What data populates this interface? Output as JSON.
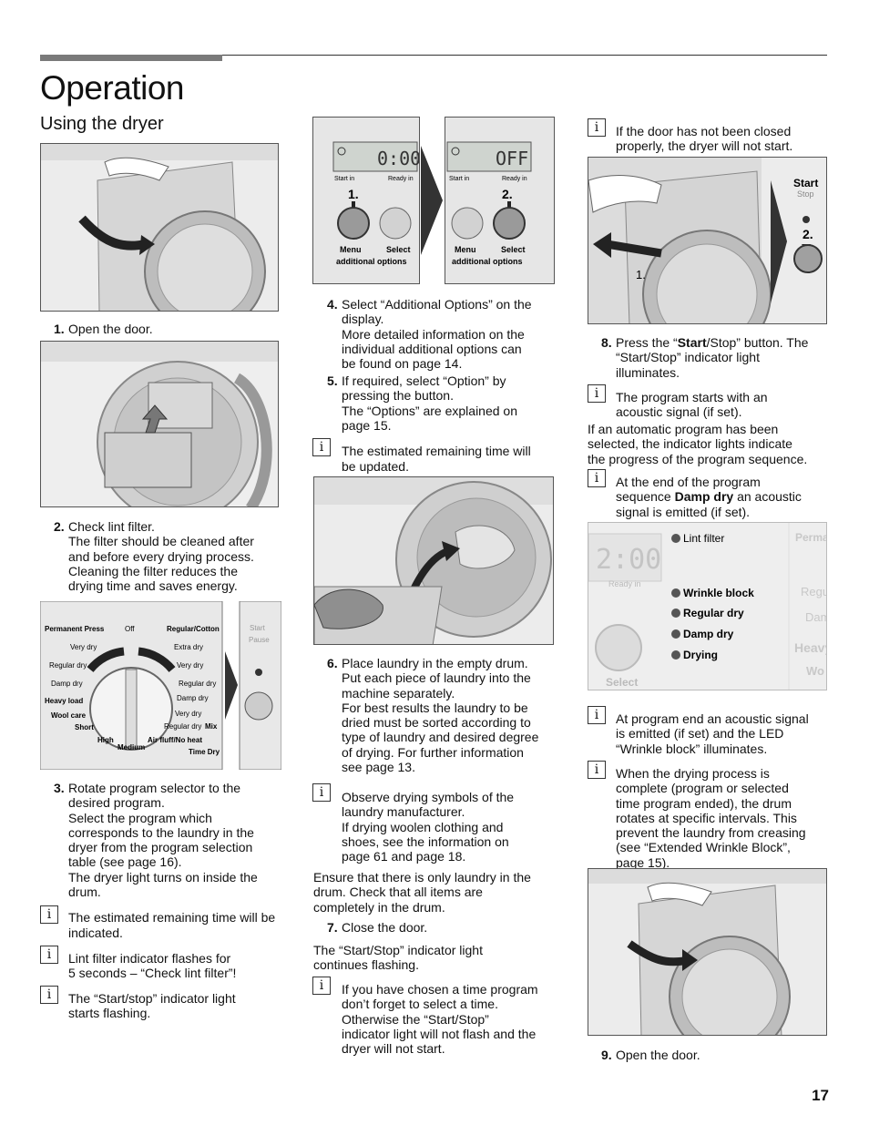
{
  "header": {
    "title": "Operation",
    "subtitle": "Using the dryer"
  },
  "col1": {
    "step1": {
      "num": "1.",
      "text": "Open the door."
    },
    "step2": {
      "num": "2.",
      "lines": [
        "Check lint filter.",
        "The filter should be cleaned after",
        "and before every drying process.",
        "Cleaning the filter reduces the",
        "drying time and saves energy."
      ]
    },
    "dial": {
      "left_labels": [
        "Permanent Press",
        "Very dry",
        "Regular dry",
        "Damp dry",
        "Heavy load",
        "Wool care",
        "Short"
      ],
      "right_labels": [
        "Regular/Cotton",
        "Extra dry",
        "Very dry",
        "Regular dry",
        "Damp dry",
        "Very dry",
        "Regular dry",
        "Mix"
      ],
      "top_label": "Off",
      "bottom_labels": [
        "High",
        "Medium",
        "Air fluff/No heat",
        "Time Dry"
      ],
      "side_labels": [
        "Start",
        "Pause"
      ]
    },
    "step3": {
      "num": "3.",
      "lines": [
        "Rotate program selector to the",
        "desired program.",
        "Select the program which",
        "corresponds to the laundry in the",
        "dryer from the program selection",
        "table (see page 16).",
        "The dryer light turns on inside the",
        "drum."
      ]
    },
    "info1": "The estimated remaining time will be indicated.",
    "info2": [
      "Lint filter indicator flashes for",
      "5 seconds – “Check lint filter”!"
    ],
    "info3": [
      "The “Start/stop” indicator light",
      "starts flashing."
    ]
  },
  "col2": {
    "panel1": {
      "display": "0:00",
      "left_caption": "Start in",
      "right_caption": "Ready in",
      "marker": "1.",
      "btn1": "Menu",
      "btn2": "Select",
      "sub": "additional options"
    },
    "panel2": {
      "display": "OFF",
      "left_caption": "Start in",
      "right_caption": "Ready in",
      "marker": "2.",
      "btn1": "Menu",
      "btn2": "Select",
      "sub": "additional options"
    },
    "step4": {
      "num": "4.",
      "lines": [
        "Select “Additional Options” on the",
        "display.",
        "More detailed information on the",
        "individual additional options can",
        "be found on page 14."
      ]
    },
    "step5": {
      "num": "5.",
      "lines": [
        "If required, select “Option” by",
        "pressing the button.",
        "The “Options” are explained on",
        "page 15."
      ]
    },
    "info4": [
      "The estimated remaining time will",
      "be updated."
    ],
    "step6": {
      "num": "6.",
      "lines": [
        "Place laundry in the empty drum.",
        "Put each piece of laundry into the",
        "machine separately.",
        "For best results the laundry to be",
        "dried must be sorted according to",
        "type of laundry and desired degree",
        "of drying. For further information",
        "see page 13."
      ]
    },
    "info5": [
      "Observe drying symbols of the",
      "laundry manufacturer.",
      "If drying woolen clothing and",
      "shoes, see the information on",
      "page 61 and page 18."
    ],
    "para1": [
      "Ensure that there is only laundry in the",
      "drum. Check that all items are",
      "completely in the drum."
    ],
    "step7": {
      "num": "7.",
      "text": "Close the door."
    },
    "para2": [
      "The “Start/Stop” indicator light",
      "continues flashing."
    ],
    "info6": [
      "If you have chosen a time program",
      "don’t forget to select a time.",
      "Otherwise the “Start/Stop”",
      "indicator light will not flash and the",
      "dryer will not start."
    ]
  },
  "col3": {
    "info7": [
      "If the door has not been closed",
      "properly, the dryer will not start."
    ],
    "door_pic": {
      "start": "Start",
      "stop": "Stop",
      "marker1": "1.",
      "marker2": "2."
    },
    "step8": {
      "num": "8.",
      "pre": "Press the “",
      "bold": "Start",
      "post": "/Stop” button. The",
      "lines": [
        "“Start/Stop” indicator light",
        "illuminates."
      ]
    },
    "info8": [
      "The program starts with an",
      "acoustic signal (if set)."
    ],
    "para3": [
      "If an automatic program has been",
      "selected, the indicator lights indicate",
      "the progress of the program sequence."
    ],
    "info9": {
      "l1": "At the end of the program",
      "l2_pre": "sequence ",
      "l2_bold": "Damp dry",
      "l2_post": " an acoustic",
      "l3": "signal is emitted (if set)."
    },
    "display_pic": {
      "time": "2:00",
      "ready": "Ready in",
      "lint": "Lint filter",
      "items": [
        "Wrinkle block",
        "Regular dry",
        "Damp dry",
        "Drying"
      ],
      "select": "Select",
      "right": [
        "Perma",
        "Regu",
        "Dam",
        "Heavy",
        "Wo"
      ]
    },
    "info10": [
      "At program end  an acoustic signal",
      "is emitted (if set) and the LED",
      "“Wrinkle block” illuminates."
    ],
    "info11": [
      "When the drying process is",
      "complete (program or selected",
      "time program ended), the drum",
      "rotates at specific intervals. This",
      "prevent the laundry from creasing",
      "(see “Extended Wrinkle Block”,",
      "page 15)."
    ],
    "step9": {
      "num": "9.",
      "text": "Open the door."
    }
  },
  "info_glyph": "i",
  "page_number": "17"
}
